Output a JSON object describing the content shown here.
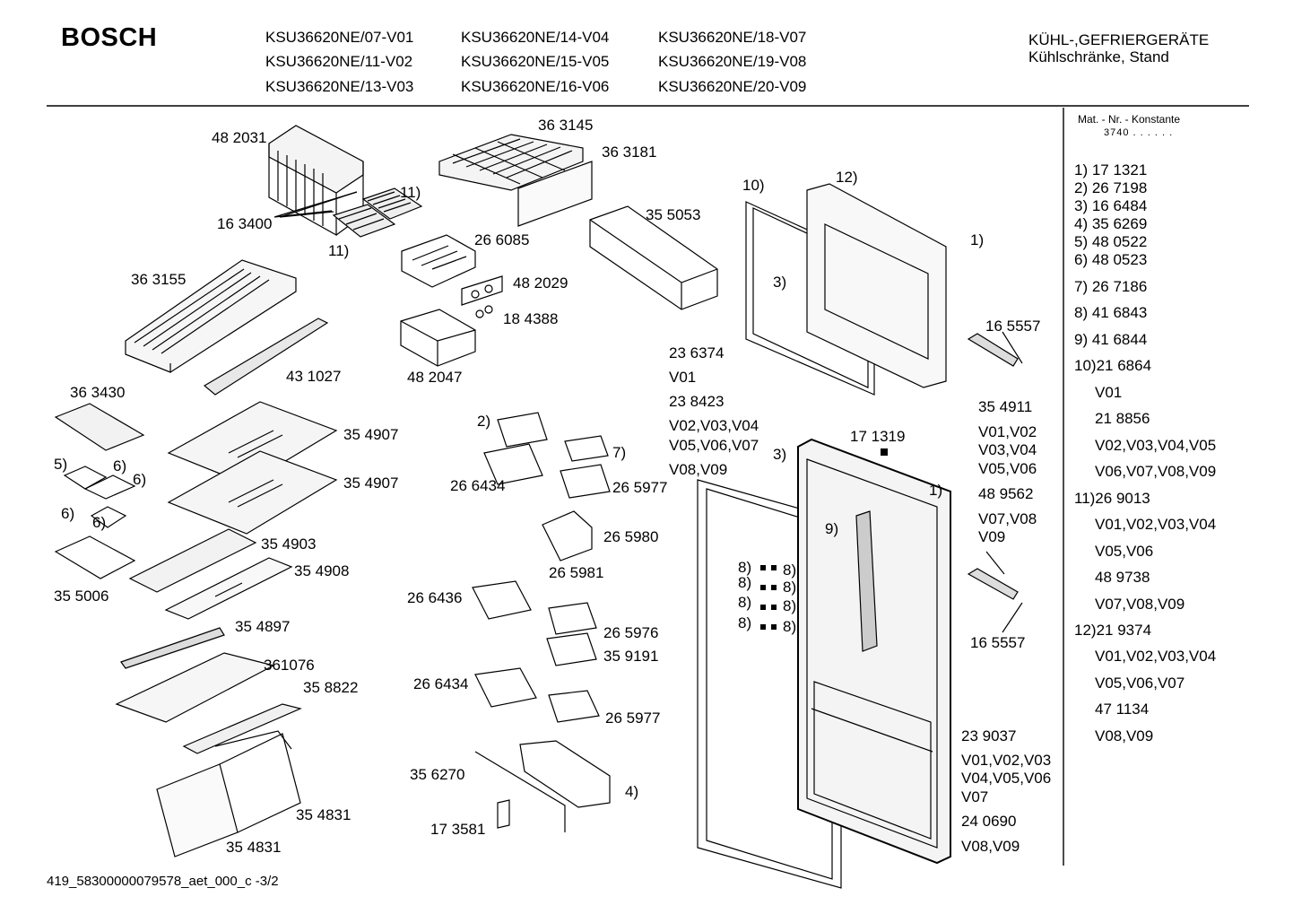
{
  "header": {
    "brand": "BOSCH",
    "models": [
      [
        "KSU36620NE/07-V01",
        "KSU36620NE/11-V02",
        "KSU36620NE/13-V03"
      ],
      [
        "KSU36620NE/14-V04",
        "KSU36620NE/15-V05",
        "KSU36620NE/16-V06"
      ],
      [
        "KSU36620NE/18-V07",
        "KSU36620NE/19-V08",
        "KSU36620NE/20-V09"
      ]
    ],
    "category_line1": "KÜHL-,GEFRIERGERÄTE",
    "category_line2": "Kühlschränke, Stand"
  },
  "sidebar": {
    "mat_label": "Mat. - Nr. - Konstante",
    "mat_value": "3740 . .   . . . .",
    "lines": [
      "1) 17 1321",
      "2) 26 7198",
      "3) 16 6484",
      "4) 35 6269",
      "5) 48 0522",
      "6) 48 0523",
      "7) 26 7186",
      "8) 41 6843",
      "9) 41 6844",
      "10)21 6864",
      "V01",
      "21 8856",
      "V02,V03,V04,V05",
      "V06,V07,V08,V09",
      "11)26 9013",
      "V01,V02,V03,V04",
      "V05,V06",
      "48 9738",
      "V07,V08,V09",
      "12)21 9374",
      "V01,V02,V03,V04",
      "V05,V06,V07",
      "47 1134",
      "V08,V09"
    ]
  },
  "labels": {
    "p482031": "48 2031",
    "p363145": "36 3145",
    "p363181": "36 3181",
    "p163400": "16 3400",
    "c11a": "11)",
    "c11b": "11)",
    "p266085": "26 6085",
    "p355053": "35 5053",
    "c10": "10)",
    "c12": "12)",
    "c1a": "1)",
    "c3a": "3)",
    "p363155": "36 3155",
    "p482029": "48 2029",
    "p184388": "18 4388",
    "p431027": "43 1027",
    "p482047": "48 2047",
    "p165557a": "16 5557",
    "p236374": "23 6374",
    "v01a": "V01",
    "p238423": "23 8423",
    "v0204": "V02,V03,V04",
    "v0507": "V05,V06,V07",
    "v0809": "V08,V09",
    "p354911": "35 4911",
    "p363430": "36 3430",
    "p354907a": "35 4907",
    "p354907b": "35 4907",
    "c2": "2)",
    "c7": "7)",
    "p171319": "17 1319",
    "c3b": "3)",
    "v0102": "V01,V02",
    "v0304": "V03,V04",
    "v0506": "V05,V06",
    "c5": "5)",
    "c6a": "6)",
    "c6b": "6)",
    "c6c": "6)",
    "c6d": "6)",
    "p266434a": "26 6434",
    "p265977a": "26 5977",
    "c1b": "1)",
    "p489562": "48 9562",
    "c9": "9)",
    "v0708": "V07,V08",
    "v09": "V09",
    "p265980": "26 5980",
    "p354903": "35 4903",
    "p265981": "26 5981",
    "p354908": "35 4908",
    "p355006": "35 5006",
    "p266436": "26 6436",
    "p354897": "35 4897",
    "p265976": "26 5976",
    "p359191": "35 9191",
    "p165557b": "16 5557",
    "p361076": "361076",
    "p358822": "35 8822",
    "p266434b": "26 6434",
    "p265977b": "26 5977",
    "p239037": "23 9037",
    "v010203": "V01,V02,V03",
    "v040506": "V04,V05,V06",
    "v07": "V07",
    "p356270": "35 6270",
    "c4": "4)",
    "p354831a": "35 4831",
    "p240690": "24  0690",
    "v0809b": "V08,V09",
    "p173581": "17 3581",
    "p354831b": "35 4831",
    "c8": "8)"
  },
  "footer": {
    "doc_id": "419_58300000079578_aet_000_c -3/2"
  }
}
